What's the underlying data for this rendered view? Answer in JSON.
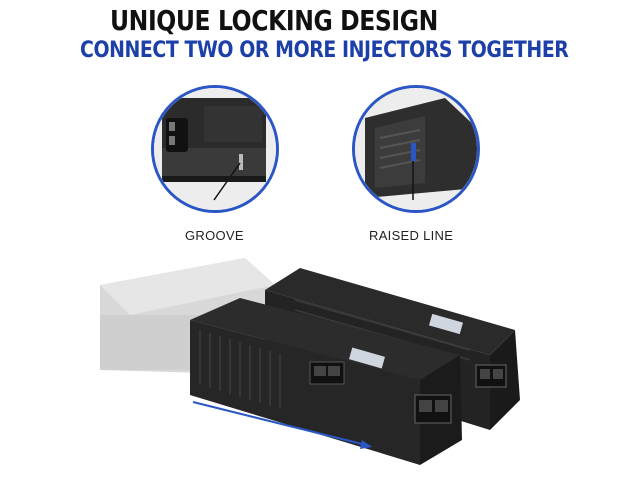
{
  "header": {
    "title": "UNIQUE LOCKING DESIGN",
    "subtitle": "CONNECT TWO OR MORE INJECTORS TOGETHER"
  },
  "callouts": [
    {
      "label": "GROOVE"
    },
    {
      "label": "RAISED LINE"
    }
  ],
  "colors": {
    "accent": "#2a56c6",
    "title": "#111111",
    "subtitle": "#1c3fa8"
  }
}
